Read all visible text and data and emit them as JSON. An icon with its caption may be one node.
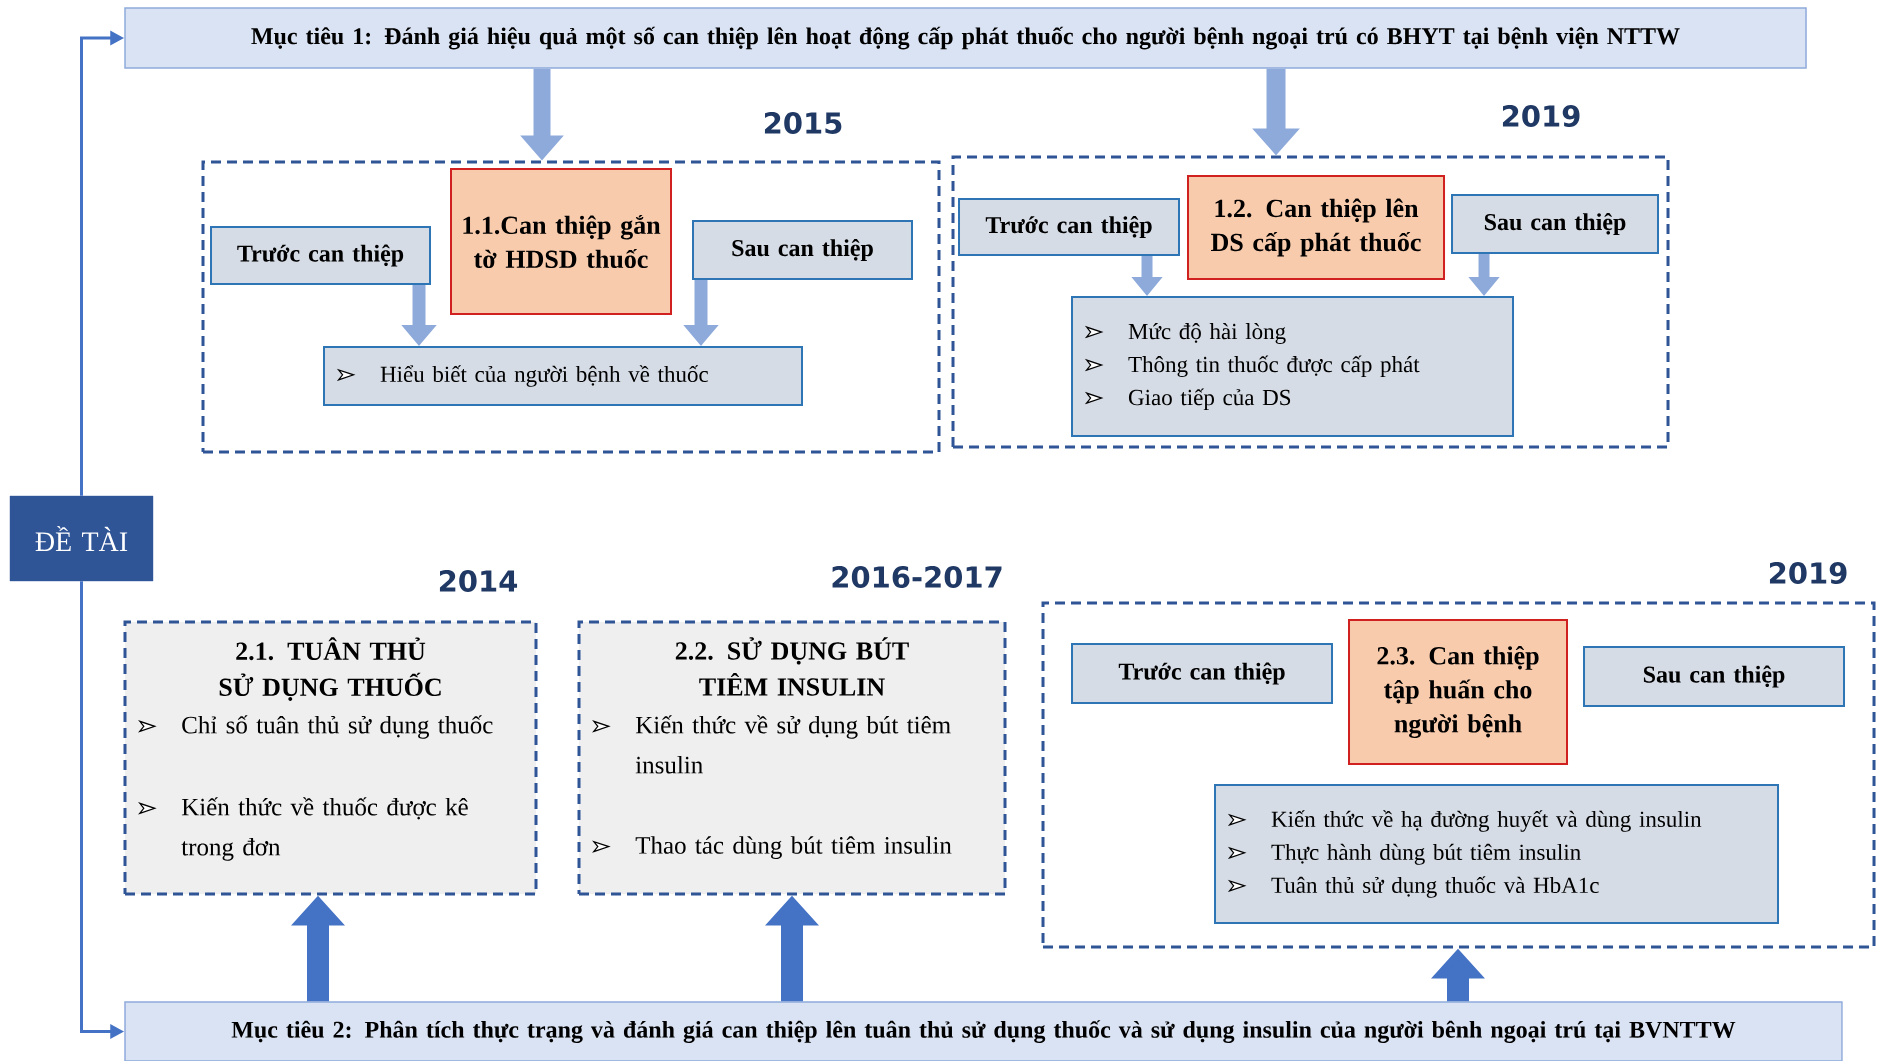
{
  "diagram": {
    "nodes": [
      {
        "text": [
          "Mục tiêu 1: Đánh giá hiệu quả một số can thiệp lên hoạt động cấp phát thuốc cho người bệnh ngoại trú có BHYT tại bệnh viện NTTW"
        ]
      },
      {
        "text": [
          "ĐỀ TÀI"
        ]
      },
      {
        "text": [
          "Mục tiêu 2: Phân tích thực trạng và đánh giá can thiệp lên tuân thủ sử dụng thuốc và sử dụng insulin của người bênh ngoại trú tại BVNTTW"
        ]
      },
      {
        "text": [],
        "shape": "box",
        "beside": [
          "2015"
        ]
      },
      {
        "text": [
          "1.1.Can thiệp gắn tờ HDSD thuốc"
        ],
        "in": 3
      },
      {
        "text": [
          "Trước can thiệp"
        ],
        "in": 3
      },
      {
        "text": [
          "Sau can thiệp"
        ],
        "in": 3
      },
      {
        "text": [
          "Hiểu biết của người bệnh về thuốc"
        ],
        "in": 3
      },
      {
        "text": [],
        "shape": "box",
        "beside": [
          "2019"
        ]
      },
      {
        "text": [
          "Trước can thiệp"
        ],
        "in": 8
      },
      {
        "text": [
          "1.2. Can thiệp lên DS cấp phát thuốc"
        ],
        "in": 8
      },
      {
        "text": [
          "Sau can thiệp"
        ],
        "in": 8
      },
      {
        "text": [
          "Mức độ hài lòng",
          "Thông tin thuốc được cấp phát",
          "Giao tiếp của DS"
        ],
        "in": 8
      },
      {
        "text": [
          "2.1. TUÂN THỦ SỬ DỤNG THUỐC",
          "Chỉ số tuân thủ sử dụng thuốc",
          "Kiến thức về thuốc được kê trong đơn"
        ],
        "beside": [
          "2014"
        ]
      },
      {
        "text": [
          "2.2. SỬ DỤNG BÚT TIÊM INSULIN",
          "Kiến thức về sử dụng bút tiêm insulin",
          "Thao tác dùng bút tiêm insulin"
        ],
        "beside": [
          "2016-2017"
        ]
      },
      {
        "text": [],
        "shape": "box",
        "beside": [
          "2019"
        ]
      },
      {
        "text": [
          "Trước can thiệp"
        ],
        "in": 15
      },
      {
        "text": [
          "2.3. Can thiệp tập huấn cho người bệnh"
        ],
        "in": 15
      },
      {
        "text": [
          "Sau can thiệp"
        ],
        "in": 15
      },
      {
        "text": [
          "Kiến thức về hạ đường huyết và dùng insulin",
          "Thực hành dùng bút tiêm insulin",
          "Tuân thủ sử dụng thuốc và HbA1c"
        ],
        "in": 15
      }
    ],
    "edges": [
      {
        "from": 1,
        "to": 0,
        "arrow": "to",
        "color": "#4472c4"
      },
      {
        "from": 1,
        "to": 2,
        "arrow": "to",
        "color": "#4472c4"
      },
      {
        "from": 0,
        "to": 3,
        "arrow": "to"
      },
      {
        "from": 0,
        "to": 8,
        "arrow": "to"
      },
      {
        "from": 5,
        "to": 7,
        "arrow": "to"
      },
      {
        "from": 6,
        "to": 7,
        "arrow": "to"
      },
      {
        "from": 9,
        "to": 12,
        "arrow": "to"
      },
      {
        "from": 11,
        "to": 12,
        "arrow": "to"
      },
      {
        "from": 2,
        "to": 13,
        "arrow": "to",
        "color": "#4472c4"
      },
      {
        "from": 2,
        "to": 14,
        "arrow": "to",
        "color": "#4472c4"
      },
      {
        "from": 2,
        "to": 15,
        "arrow": "to",
        "color": "#4472c4"
      }
    ]
  }
}
